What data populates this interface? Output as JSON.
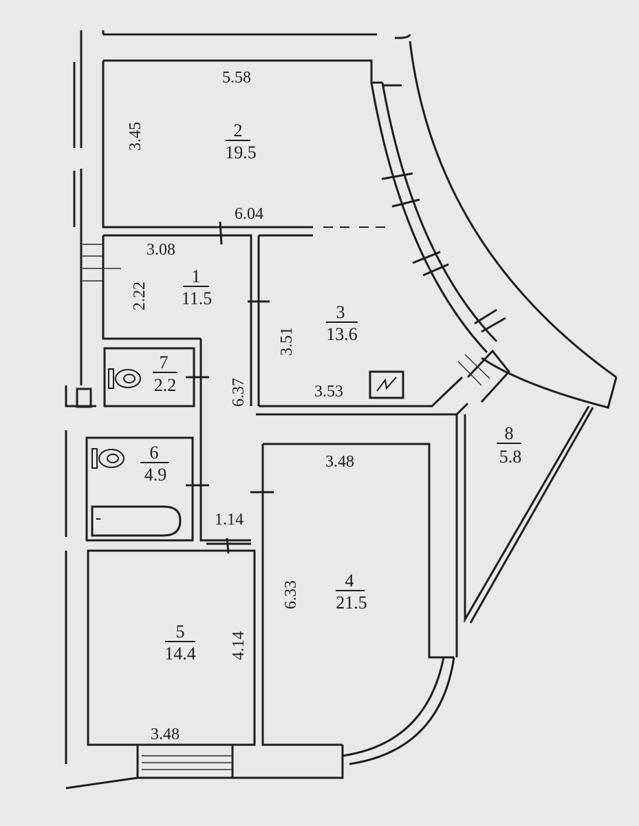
{
  "rooms": [
    {
      "id": "1",
      "number": "1",
      "area": "11.5"
    },
    {
      "id": "2",
      "number": "2",
      "area": "19.5"
    },
    {
      "id": "3",
      "number": "3",
      "area": "13.6"
    },
    {
      "id": "4",
      "number": "4",
      "area": "21.5"
    },
    {
      "id": "5",
      "number": "5",
      "area": "14.4"
    },
    {
      "id": "6",
      "number": "6",
      "area": "4.9"
    },
    {
      "id": "7",
      "number": "7",
      "area": "2.2"
    },
    {
      "id": "8",
      "number": "8",
      "area": "5.8"
    }
  ],
  "dimensions": {
    "room2_width": "5.58",
    "room2_depth": "3.45",
    "room2_bottom": "6.04",
    "room1_width": "3.08",
    "room1_depth": "2.22",
    "corridor_length": "6.37",
    "room3_depth": "3.51",
    "room3_width": "3.53",
    "room4_width": "3.48",
    "room4_depth": "6.33",
    "passage_width": "1.14",
    "room5_depth": "4.14",
    "room5_width": "3.48"
  },
  "colors": {
    "paper": "#e9e9e7",
    "ink": "#1e1e1e"
  },
  "icons": [
    "toilet-icon",
    "bathtub-icon",
    "stove-icon"
  ]
}
